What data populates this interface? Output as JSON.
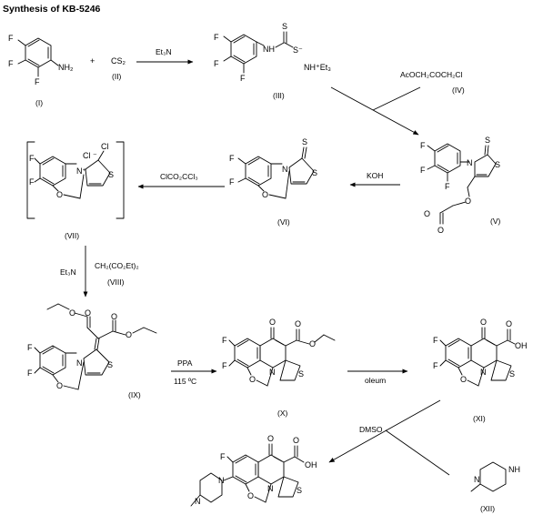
{
  "title": "Synthesis of KB-5246",
  "compounds": {
    "I": "(I)",
    "II": "(II)",
    "III": "(III)",
    "IV": "(IV)",
    "V": "(V)",
    "VI": "(VI)",
    "VII": "(VII)",
    "VIII": "(VIII)",
    "IX": "(IX)",
    "X": "(X)",
    "XI": "(XI)",
    "XII": "(XII)"
  },
  "atoms": {
    "F": "F",
    "NH2": "NH₂",
    "N": "N",
    "NH": "NH",
    "S": "S",
    "O": "O",
    "OH": "OH",
    "Cl": "Cl",
    "cl_anion": "Cl ⁻",
    "plus": "+",
    "CS2": "CS₂",
    "NHEt3": "NH⁺Et₃",
    "N_plus": "N⁺",
    "S_minus": "S⁻"
  },
  "reagents": {
    "et3n": "Et₃N",
    "acoch2coch2cl": "AcOCH₂COCH₂Cl",
    "koh": "KOH",
    "clco2ccl3": "ClCO₂CCl₃",
    "et3n_2": "Et₃N",
    "ch2co2et2": "CH₂(CO₂Et)₂",
    "ppa": "PPA",
    "temp": "115 ºC",
    "oleum": "oleum",
    "dmso": "DMSO"
  },
  "icons": {
    "bracket": "bracket-icon",
    "arrow": "arrow-icon"
  }
}
